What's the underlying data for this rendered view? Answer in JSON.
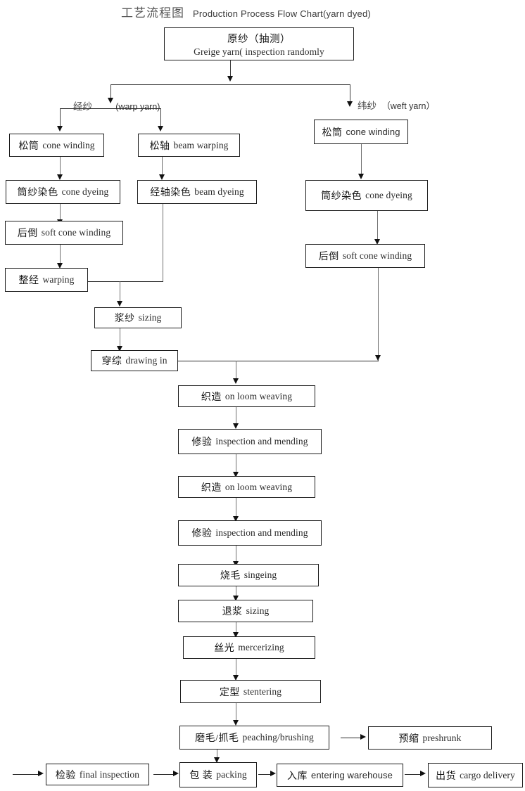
{
  "header": {
    "title_cn": "工艺流程图",
    "title_en": "Production Process Flow Chart(yarn dyed)"
  },
  "branch_labels": {
    "warp_cn": "经纱",
    "warp_en": "(warp yarn)",
    "weft_cn": "纬纱",
    "weft_en": "（weft yarn）"
  },
  "nodes": {
    "greige": {
      "cn": "原纱（抽测）",
      "en": "Greige yarn( inspection randomly"
    },
    "warp_cone_winding": {
      "cn": "松筒",
      "en": "cone winding"
    },
    "beam_warping": {
      "cn": "松轴",
      "en": "beam warping"
    },
    "weft_cone_winding": {
      "cn": "松筒",
      "en": "cone winding"
    },
    "warp_cone_dyeing": {
      "cn": "筒纱染色",
      "en": "cone dyeing"
    },
    "beam_dyeing": {
      "cn": "经轴染色",
      "en": "beam dyeing"
    },
    "weft_cone_dyeing": {
      "cn": "筒纱染色",
      "en": "cone dyeing"
    },
    "warp_soft_winding": {
      "cn": "后倒",
      "en": "soft cone winding"
    },
    "weft_soft_winding": {
      "cn": "后倒",
      "en": "soft cone winding"
    },
    "warping": {
      "cn": "整经",
      "en": "warping"
    },
    "sizing": {
      "cn": "浆纱",
      "en": "sizing"
    },
    "drawing_in": {
      "cn": "穿综",
      "en": "drawing in"
    },
    "weaving_1": {
      "cn": "织造",
      "en": "on loom weaving"
    },
    "mending_1": {
      "cn": "修验",
      "en": "inspection and mending"
    },
    "weaving_2": {
      "cn": "织造",
      "en": "on loom weaving"
    },
    "mending_2": {
      "cn": "修验",
      "en": "inspection and mending"
    },
    "singeing": {
      "cn": "烧毛",
      "en": "singeing"
    },
    "desizing": {
      "cn": "退浆",
      "en": "sizing"
    },
    "mercerizing": {
      "cn": "丝光",
      "en": "mercerizing"
    },
    "stentering": {
      "cn": "定型",
      "en": "stentering"
    },
    "peaching": {
      "cn": "磨毛/抓毛",
      "en": "peaching/brushing"
    },
    "preshrunk": {
      "cn": "预缩",
      "en": "preshrunk"
    },
    "final_inspection": {
      "cn": "检验",
      "en": "final inspection"
    },
    "packing": {
      "cn": "包 装",
      "en": "packing"
    },
    "warehouse": {
      "cn": "入库",
      "en": "entering warehouse"
    },
    "delivery": {
      "cn": "出货",
      "en": "cargo delivery"
    }
  },
  "colors": {
    "box_border": "#1d1d1d",
    "connector": "#2b2b2b",
    "background": "#ffffff",
    "text": "#151515"
  }
}
